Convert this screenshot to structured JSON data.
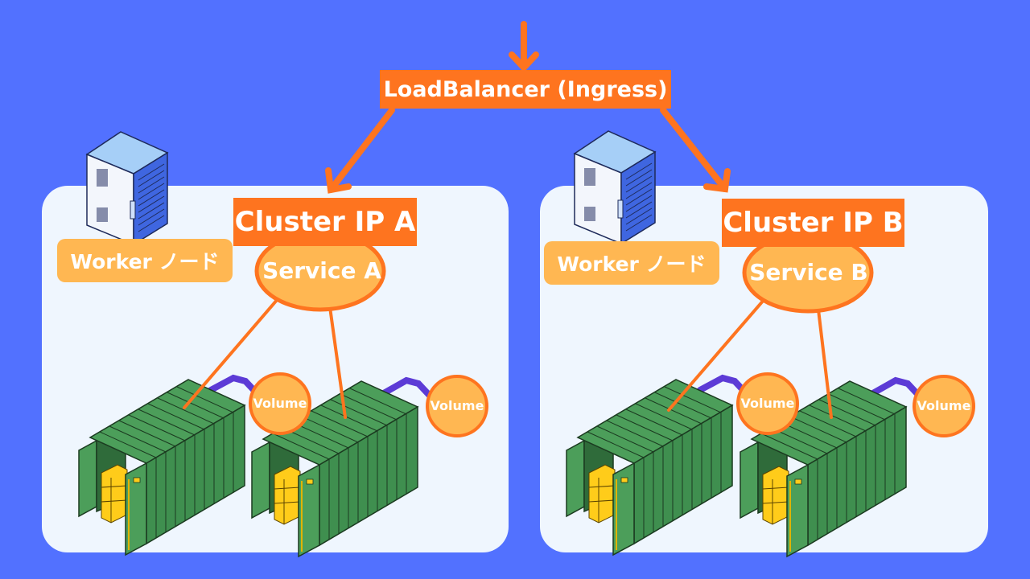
{
  "load_balancer": {
    "label": "LoadBalancer (Ingress)"
  },
  "clusters": [
    {
      "cluster_ip_label": "Cluster IP A",
      "service_label": "Service A",
      "worker_label": "Worker ノード",
      "volumes": [
        "Volume",
        "Volume"
      ]
    },
    {
      "cluster_ip_label": "Cluster IP B",
      "service_label": "Service B",
      "worker_label": "Worker ノード",
      "volumes": [
        "Volume",
        "Volume"
      ]
    }
  ],
  "colors": {
    "background": "#5271ff",
    "panel": "#eff6fe",
    "accent_orange": "#fe741f",
    "label_orange": "#ffb752",
    "container_green": "#4c9e5a",
    "pipe_purple": "#5c3bd6",
    "box_yellow": "#ffcc1a"
  }
}
